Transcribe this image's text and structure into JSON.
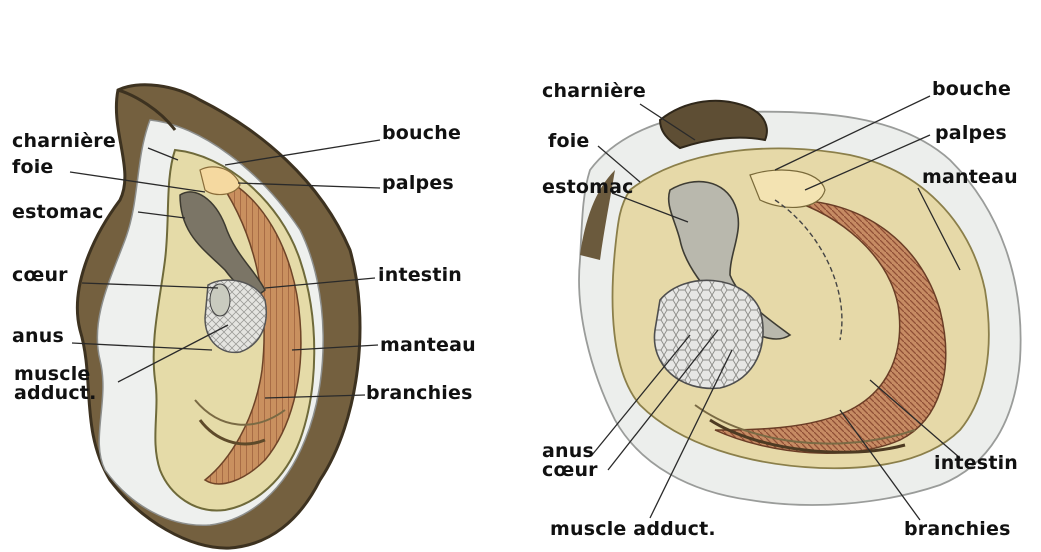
{
  "left_diagram": {
    "labels": {
      "charniere": "charnière",
      "foie": "foie",
      "estomac": "estomac",
      "coeur": "cœur",
      "anus": "anus",
      "muscle": "muscle\nadduct.",
      "bouche": "bouche",
      "palpes": "palpes",
      "intestin": "intestin",
      "manteau": "manteau",
      "branchies": "branchies"
    }
  },
  "right_diagram": {
    "labels": {
      "charniere": "charnière",
      "foie": "foie",
      "estomac": "estomac",
      "bouche": "bouche",
      "palpes": "palpes",
      "manteau": "manteau",
      "anus_coeur": "anus\ncœur",
      "muscle": "muscle adduct.",
      "intestin": "intestin",
      "branchies": "branchies"
    }
  },
  "colors": {
    "shell_dark": "#6b5a3e",
    "shell_white": "#eef0ee",
    "body_beige": "#e7dcaa",
    "gill_brown": "#b77a55",
    "muscle_grey": "#d9d9d9",
    "leader_line": "#2a2a2a"
  }
}
